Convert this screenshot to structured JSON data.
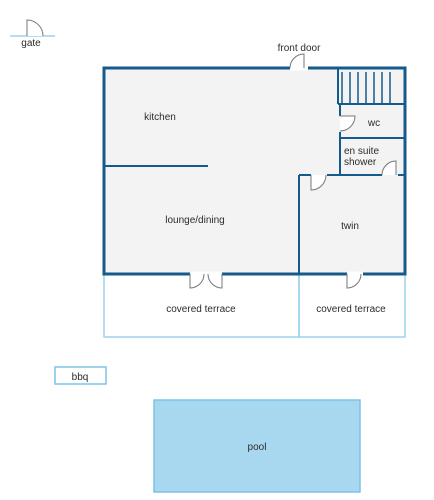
{
  "labels": {
    "gate": "gate",
    "front_door": "front door",
    "kitchen": "kitchen",
    "wc": "wc",
    "en_suite_line1": "en suite",
    "en_suite_line2": "shower",
    "lounge_dining": "lounge/dining",
    "twin": "twin",
    "covered_terrace_left": "covered terrace",
    "covered_terrace_right": "covered terrace",
    "bbq": "bbq",
    "pool": "pool"
  },
  "colors": {
    "wall": "#145a8a",
    "floor": "#f3f3f3",
    "terrace_outline": "#9bd2ee",
    "pool_fill": "#a8d8f0",
    "pool_outline": "#7cc3e6",
    "door_line": "#777777"
  }
}
